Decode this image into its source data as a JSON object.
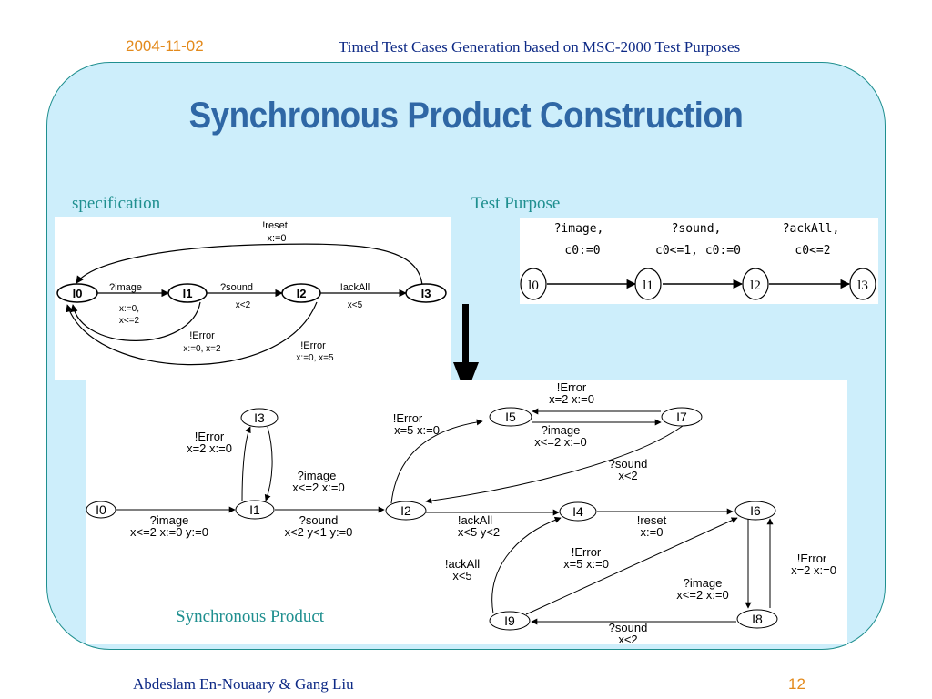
{
  "header": {
    "date": "2004-11-02",
    "title": "Timed Test Cases Generation based on MSC-2000 Test Purposes"
  },
  "slide": {
    "title": "Synchronous Product Construction"
  },
  "labels": {
    "specification": "specification",
    "test_purpose": "Test Purpose",
    "product": "Synchronous Product"
  },
  "specification": {
    "states": [
      "l0",
      "l1",
      "l2",
      "l3"
    ],
    "edges": {
      "reset": {
        "action": "!reset",
        "update": "x:=0"
      },
      "image": {
        "action": "?image",
        "update": "x:=0,",
        "guard": "x<=2"
      },
      "sound": {
        "action": "?sound",
        "guard": "x<2"
      },
      "ackall": {
        "action": "!ackAll",
        "guard": "x<5"
      },
      "error1": {
        "action": "!Error",
        "update": "x:=0, x=2"
      },
      "error2": {
        "action": "!Error",
        "update": "x:=0, x=5"
      }
    }
  },
  "test_purpose": {
    "states": [
      "l0",
      "l1",
      "l2",
      "l3"
    ],
    "edges": [
      {
        "action": "?image,",
        "clock": "c0:=0"
      },
      {
        "action": "?sound,",
        "clock": "c0<=1, c0:=0"
      },
      {
        "action": "?ackAll,",
        "clock": "c0<=2"
      }
    ]
  },
  "product": {
    "states": [
      "I0",
      "I1",
      "I2",
      "I3",
      "I4",
      "I5",
      "I6",
      "I7",
      "I8",
      "I9"
    ],
    "edges": {
      "e01": [
        "?image",
        "x<=2 x:=0 y:=0"
      ],
      "e12": [
        "?sound",
        "x<2 y<1 y:=0"
      ],
      "e13": [
        "!Error",
        "x=2 x:=0"
      ],
      "e31": [
        "?image",
        "x<=2 x:=0"
      ],
      "e25": [
        "!Error",
        "x=5 x:=0"
      ],
      "e57": [
        "!Error",
        "x=2 x:=0"
      ],
      "e75": [
        "?image",
        "x<=2 x:=0"
      ],
      "e72": [
        "?sound",
        "x<2"
      ],
      "e24": [
        "!ackAll",
        "x<5 y<2"
      ],
      "e46": [
        "!reset",
        "x:=0"
      ],
      "e68": [
        "!Error",
        "x=2 x:=0"
      ],
      "e86": [
        "?image",
        "x<=2 x:=0"
      ],
      "e89": [
        "?sound",
        "x<2"
      ],
      "e94": [
        "!ackAll",
        "x<5"
      ],
      "e96": [
        "!Error",
        "x=5 x:=0"
      ]
    }
  },
  "footer": {
    "authors": "Abdeslam En-Nouaary & Gang Liu",
    "page": "12"
  }
}
